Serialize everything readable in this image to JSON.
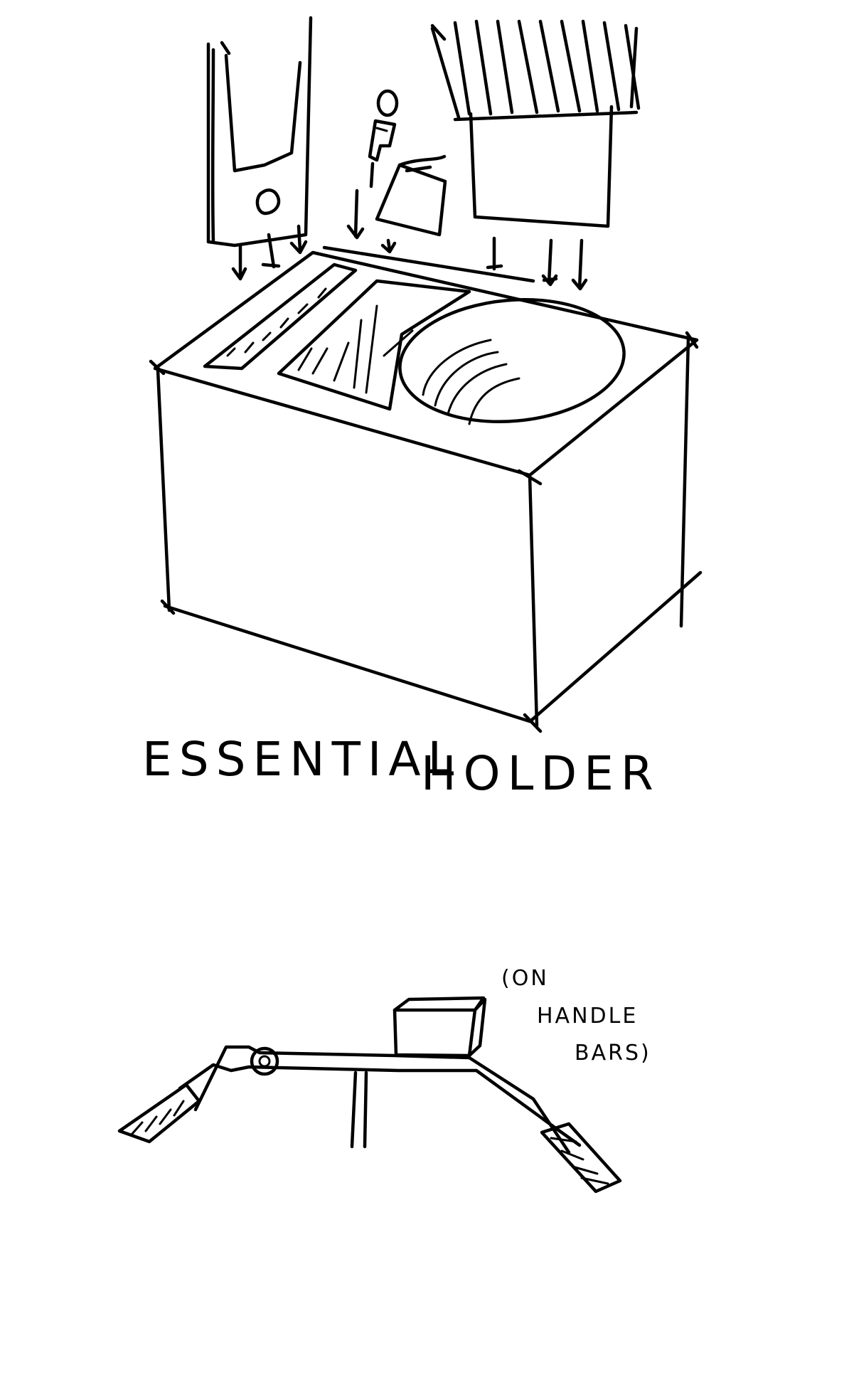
{
  "labels": {
    "title_word1": "ESSENTIAL",
    "title_word2": "HOLDER",
    "note_line1": "(ON",
    "note_line2": "HANDLE",
    "note_line3": "BARS)"
  },
  "icons": [
    "phone-icon",
    "key-icon",
    "cup-icon",
    "wallet-icon",
    "arrow-down-icon",
    "holder-box",
    "handlebar"
  ],
  "colors": {
    "ink": "#000000",
    "paper": "#ffffff"
  }
}
